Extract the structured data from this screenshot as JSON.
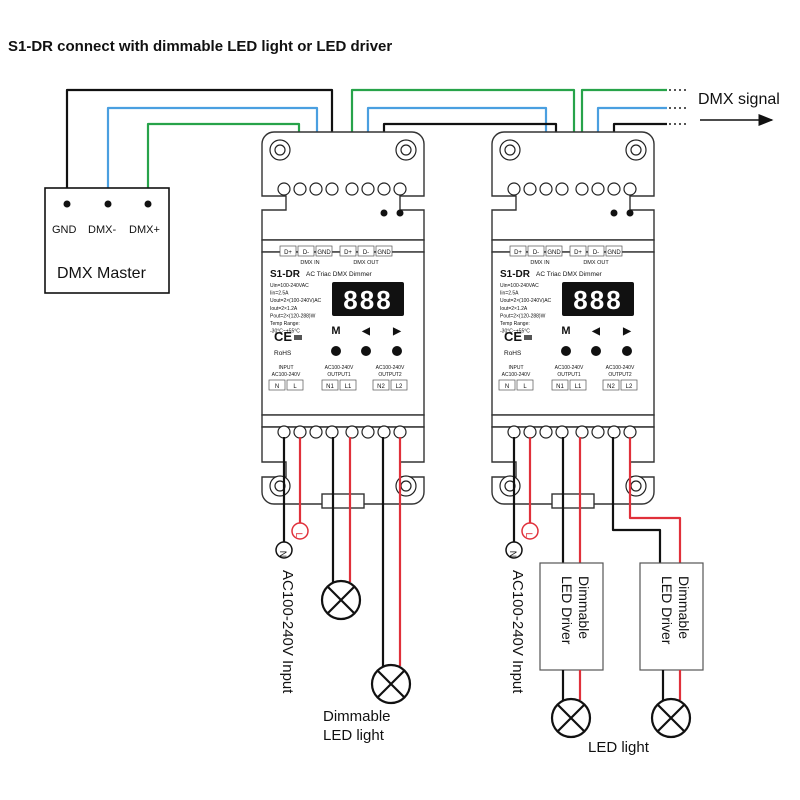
{
  "title": "S1-DR connect with dimmable LED light or LED driver",
  "dmx_master": {
    "label": "DMX Master",
    "pins": [
      "GND",
      "DMX-",
      "DMX+"
    ]
  },
  "dmx_signal_label": "DMX signal",
  "controller": {
    "model": "S1-DR",
    "subtitle": "AC Triac DMX Dimmer",
    "top_terminals": [
      "D+",
      "D-",
      "GND",
      "D+",
      "D-",
      "GND"
    ],
    "dmx_in_label": "DMX IN",
    "dmx_out_label": "DMX OUT",
    "specs": [
      "Uin=100-240VAC",
      "Iin=2.5A",
      "Uout=2×(100-240V)AC",
      "Iout=2×1.2A",
      "Pout=2×(120-288)W",
      "Temp Range:",
      "-30°C~+55°C"
    ],
    "display": "888",
    "buttons": [
      "M",
      "◀",
      "▶"
    ],
    "ce": "CE",
    "rohs": "RoHS",
    "input_label": "INPUT AC100-240V",
    "output1_label": "AC100-240V OUTPUT1",
    "output2_label": "AC100-240V OUTPUT2",
    "input_pins": [
      "N",
      "L"
    ],
    "output1_pins": [
      "N1",
      "L1"
    ],
    "output2_pins": [
      "N2",
      "L2"
    ]
  },
  "neutral_symbol": "N",
  "live_symbol": "L",
  "ac_input_label": "AC100-240V Input",
  "dimmable_led_light_label": [
    "Dimmable",
    "LED light"
  ],
  "driver_label": [
    "Dimmable",
    "LED Driver"
  ],
  "led_light_label": "LED light"
}
